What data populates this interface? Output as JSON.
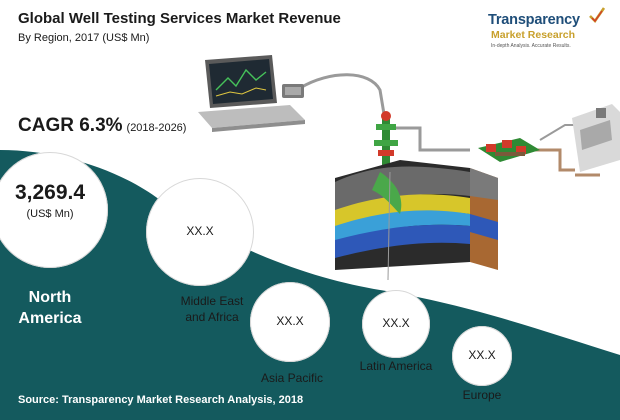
{
  "header": {
    "title": "Global Well Testing Services Market Revenue",
    "subtitle": "By Region, 2017 (US$ Mn)"
  },
  "logo": {
    "line1": "Transparency",
    "line2": "Market Research",
    "tagline": "In-depth Analysis. Accurate Results."
  },
  "cagr": {
    "value": "CAGR 6.3%",
    "period": "(2018-2026)"
  },
  "chart_data": {
    "type": "bubble",
    "title": "Global Well Testing Services Market Revenue",
    "subtitle": "By Region, 2017 (US$ Mn)",
    "categories": [
      "North America",
      "Middle East and Africa",
      "Asia Pacific",
      "Latin America",
      "Europe"
    ],
    "values": [
      3269.4,
      null,
      null,
      null,
      null
    ],
    "value_labels": [
      "3,269.4",
      "XX.X",
      "XX.X",
      "XX.X",
      "XX.X"
    ],
    "unit_label": "(US$ Mn)",
    "colors": {
      "band": "#145a5e",
      "accent": "#ffffff"
    }
  },
  "source": "Source: Transparency Market Research Analysis, 2018"
}
